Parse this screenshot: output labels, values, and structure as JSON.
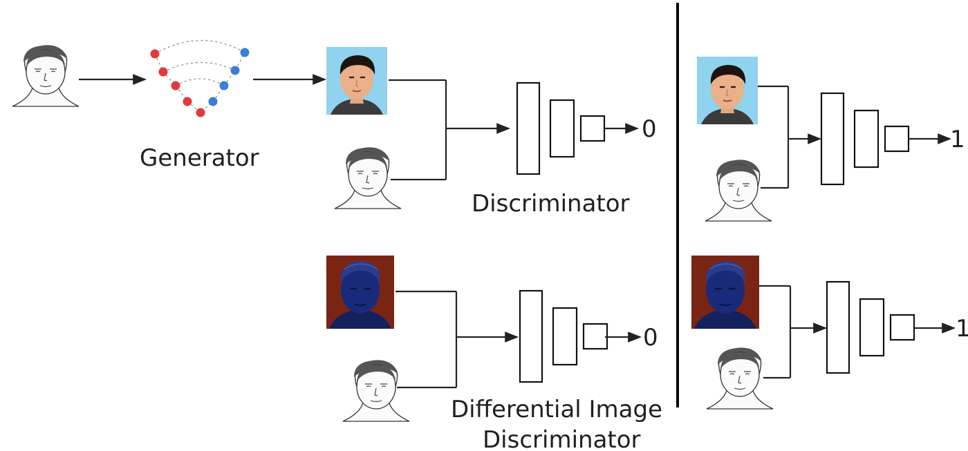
{
  "labels": {
    "generator": "Generator",
    "discriminator": "Discriminator",
    "diff_line1": "Differential Image",
    "diff_line2": "Discriminator"
  },
  "outputs": {
    "fake_disc": "0",
    "fake_diff": "0",
    "real_disc": "1",
    "real_diff": "1"
  },
  "colors": {
    "generator_node_left": "#e23a3a",
    "generator_node_right": "#3a7fd6",
    "photo_background": "#8fd3ee",
    "diff_background": "#7a2414",
    "diff_face": "#1a2a7a"
  },
  "icons": {
    "sketch": "sketch-face-icon",
    "photo": "photo-face-icon",
    "diff": "differential-image-icon",
    "generator": "generator-network-icon"
  }
}
